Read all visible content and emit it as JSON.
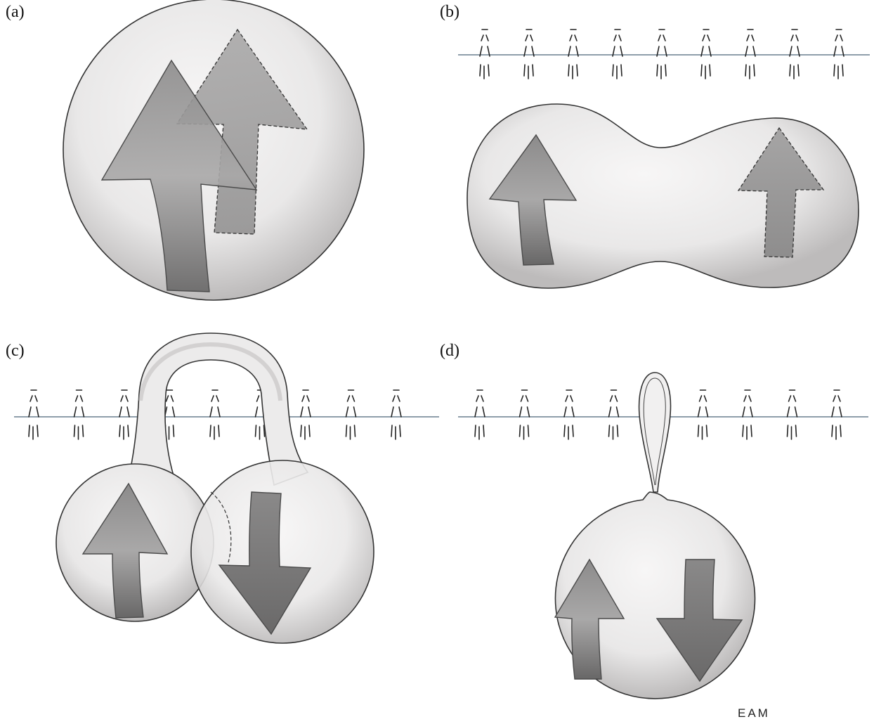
{
  "panels": [
    {
      "id": "a",
      "label": "(a)"
    },
    {
      "id": "b",
      "label": "(b)"
    },
    {
      "id": "c",
      "label": "(c)"
    },
    {
      "id": "d",
      "label": "(d)"
    }
  ],
  "signature": "EAM",
  "colors": {
    "blob_light": "#f3f2f2",
    "blob_shade": "#c9c7c7",
    "arrow_light": "#9e9d9d",
    "arrow_dark": "#5f5f5f",
    "outline": "#333333",
    "axis_line": "#6a7f8e"
  }
}
